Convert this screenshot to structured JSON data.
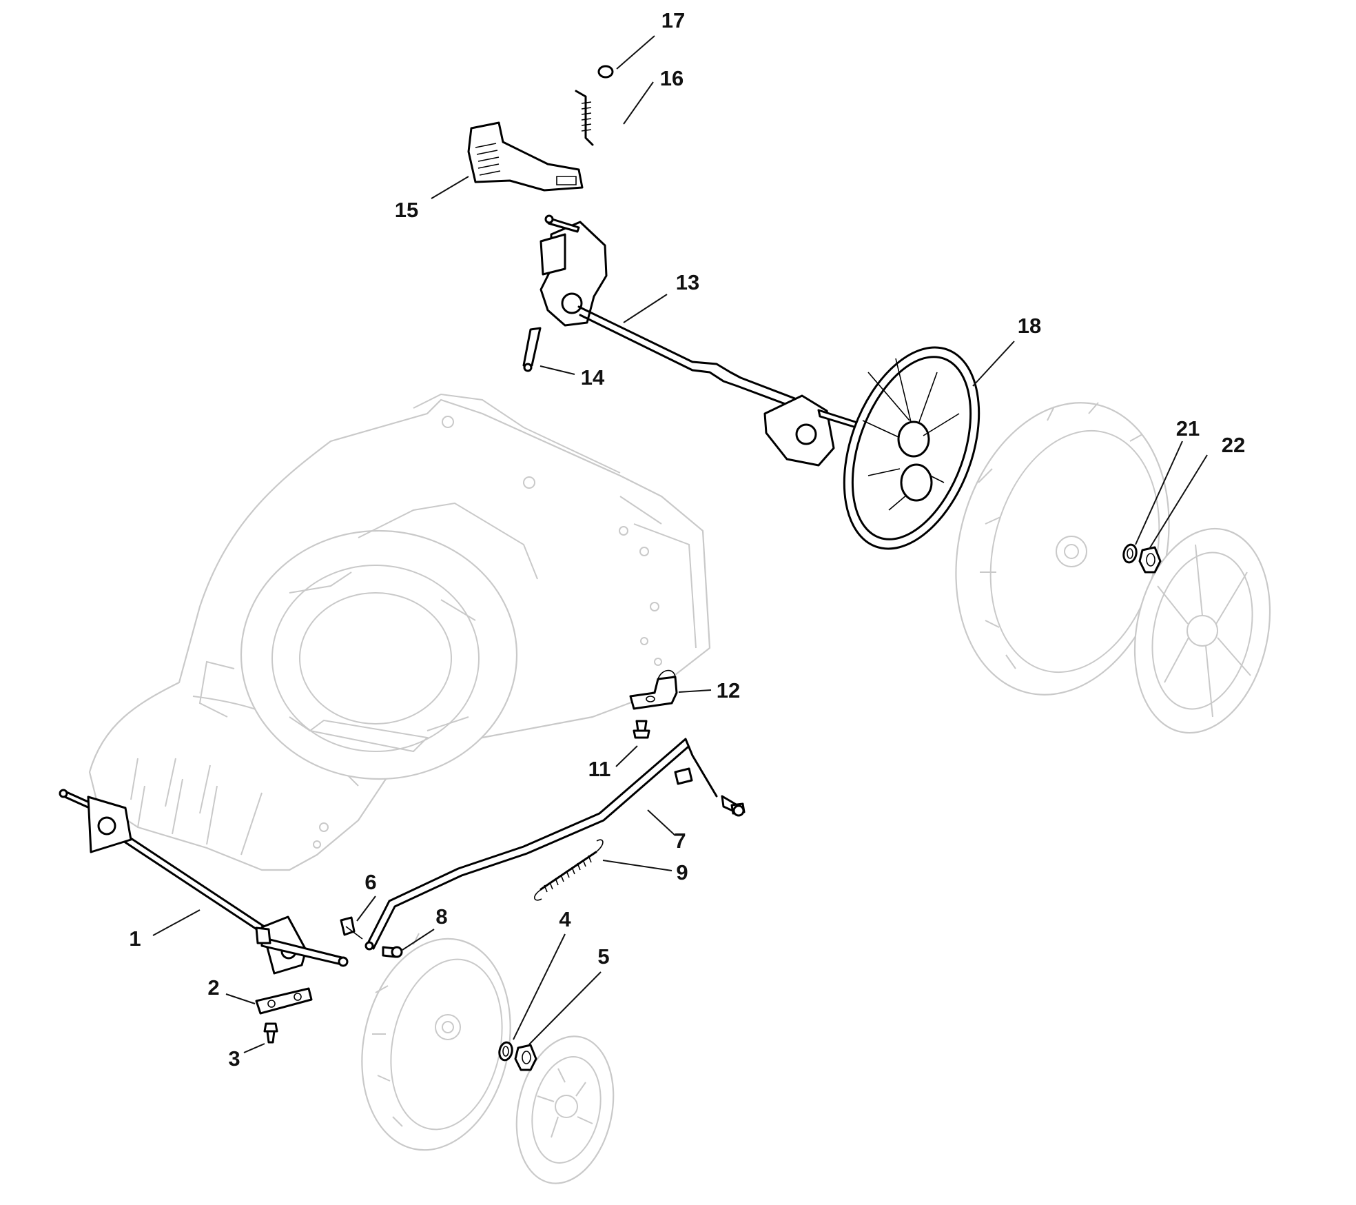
{
  "callouts": [
    {
      "id": "c1",
      "text": "1"
    },
    {
      "id": "c2",
      "text": "2"
    },
    {
      "id": "c3",
      "text": "3"
    },
    {
      "id": "c4",
      "text": "4"
    },
    {
      "id": "c5",
      "text": "5"
    },
    {
      "id": "c6",
      "text": "6"
    },
    {
      "id": "c7",
      "text": "7"
    },
    {
      "id": "c8",
      "text": "8"
    },
    {
      "id": "c9",
      "text": "9"
    },
    {
      "id": "c11",
      "text": "11"
    },
    {
      "id": "c12",
      "text": "12"
    },
    {
      "id": "c13",
      "text": "13"
    },
    {
      "id": "c14",
      "text": "14"
    },
    {
      "id": "c15",
      "text": "15"
    },
    {
      "id": "c16",
      "text": "16"
    },
    {
      "id": "c17",
      "text": "17"
    },
    {
      "id": "c18",
      "text": "18"
    },
    {
      "id": "c21",
      "text": "21"
    },
    {
      "id": "c22",
      "text": "22"
    }
  ],
  "colors": {
    "parts": "#000000",
    "context_ghost": "#c9c9c9",
    "background": "#ffffff"
  }
}
